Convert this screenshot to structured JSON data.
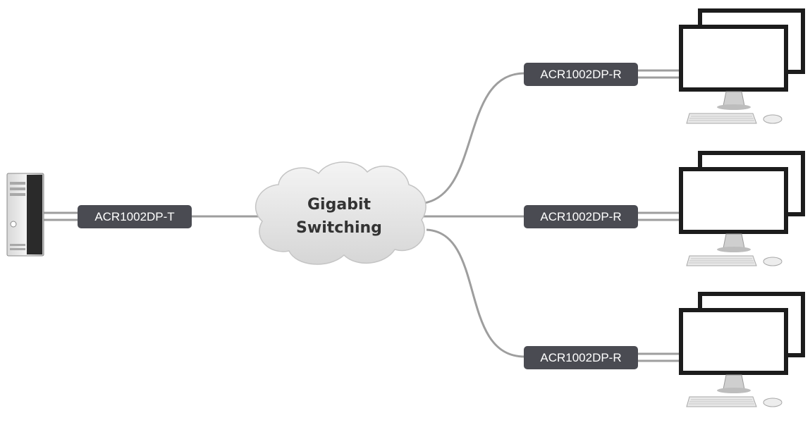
{
  "transmitter": {
    "label": "ACR1002DP-T"
  },
  "network": {
    "line1": "Gigabit",
    "line2": "Switching"
  },
  "receivers": [
    {
      "label": "ACR1002DP-R"
    },
    {
      "label": "ACR1002DP-R"
    },
    {
      "label": "ACR1002DP-R"
    }
  ],
  "colors": {
    "cable": "#9e9e9e",
    "label_bg": "#4a4b52",
    "cloud": "#e6e6e6",
    "monitor_frame": "#1c1c1c"
  }
}
